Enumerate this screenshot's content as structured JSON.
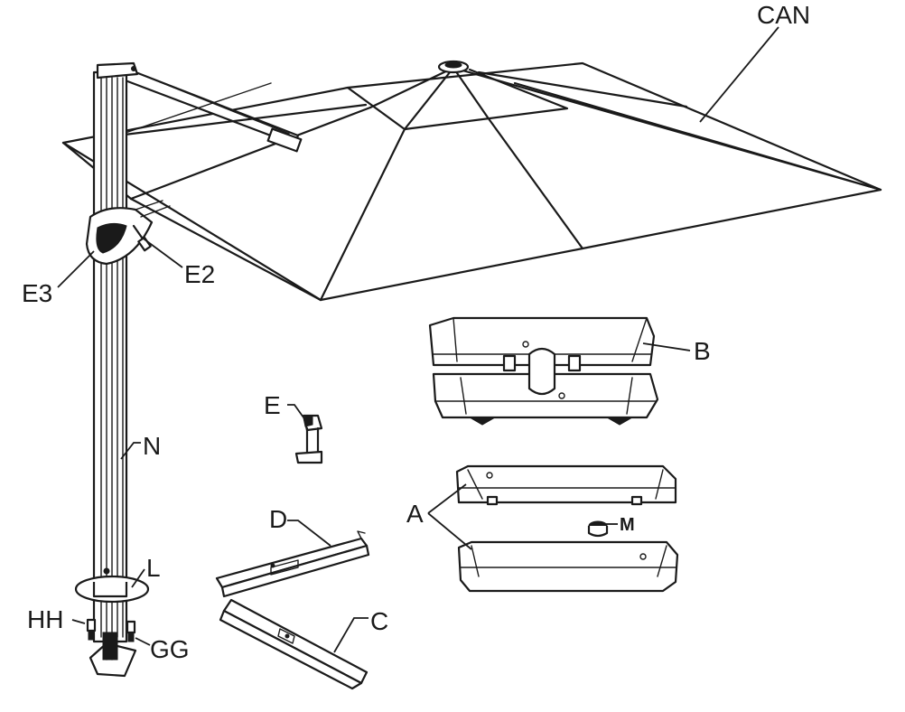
{
  "labels": {
    "canopy": "CAN",
    "base_plate_b": "B",
    "base_plate_a": "A",
    "cap_m": "M",
    "crank_e": "E",
    "crank_e2": "E2",
    "bracket_e3": "E3",
    "pole_n": "N",
    "flange_l": "L",
    "bolts_hh": "HH",
    "washers_gg": "GG",
    "rail_d": "D",
    "rail_c": "C"
  }
}
